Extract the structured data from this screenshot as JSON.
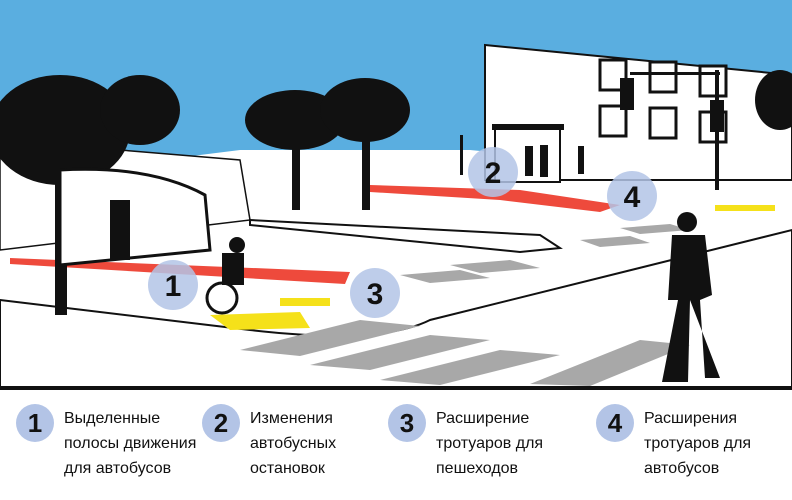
{
  "scene": {
    "markers": [
      "1",
      "2",
      "3",
      "4"
    ]
  },
  "legend": [
    {
      "number": "1",
      "lines": [
        "Выделенные",
        "полосы движения",
        "для автобусов"
      ]
    },
    {
      "number": "2",
      "lines": [
        "Изменения",
        "автобусных",
        "остановок"
      ]
    },
    {
      "number": "3",
      "lines": [
        "Расширение",
        "тротуаров для",
        "пешеходов"
      ]
    },
    {
      "number": "4",
      "lines": [
        "Расширения",
        "тротуаров для",
        "автобусов"
      ]
    }
  ],
  "colors": {
    "sky": "#5aaee0",
    "bus_lane": "#ee4a3c",
    "marker": "#b3c4e6",
    "curb_yellow": "#f5e11a",
    "crosswalk": "#a8a8a8"
  }
}
